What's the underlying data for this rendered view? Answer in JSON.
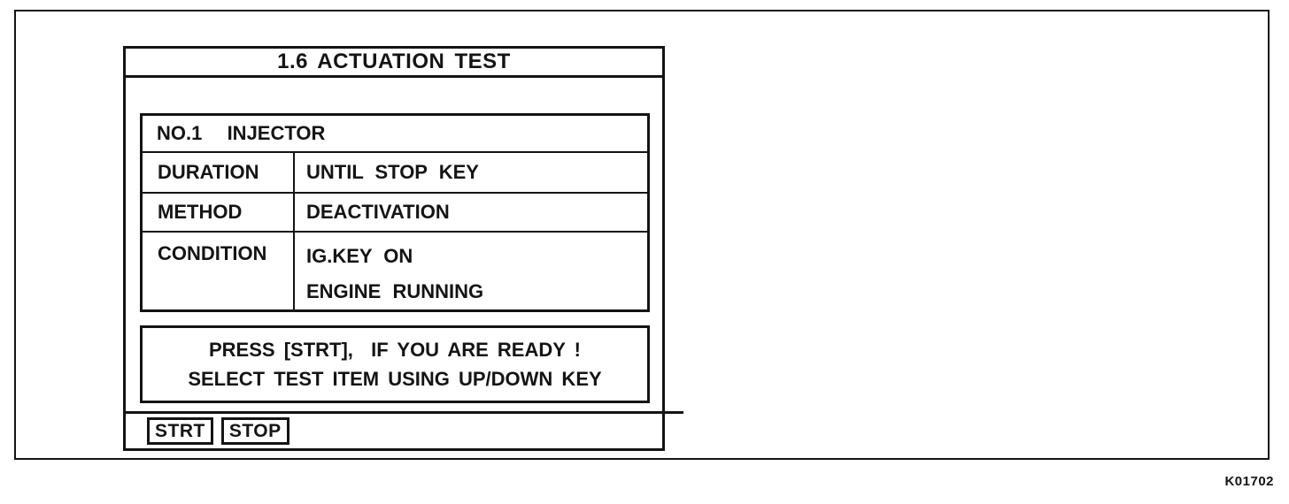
{
  "figure": {
    "code": "K01702"
  },
  "screen": {
    "title": "1.6 ACTUATION TEST",
    "test_item": "NO.1  INJECTOR",
    "rows": [
      {
        "label": "DURATION",
        "value": "UNTIL STOP KEY"
      },
      {
        "label": "METHOD",
        "value": "DEACTIVATION"
      },
      {
        "label": "CONDITION",
        "value": "IG.KEY ON",
        "value2": "ENGINE RUNNING"
      }
    ],
    "message_line1": "PRESS [STRT],  IF YOU ARE READY !",
    "message_line2": "SELECT TEST ITEM USING UP/DOWN KEY",
    "buttons": [
      {
        "label": "STRT"
      },
      {
        "label": "STOP"
      }
    ]
  },
  "colors": {
    "ink": "#141414",
    "paper": "#ffffff"
  }
}
